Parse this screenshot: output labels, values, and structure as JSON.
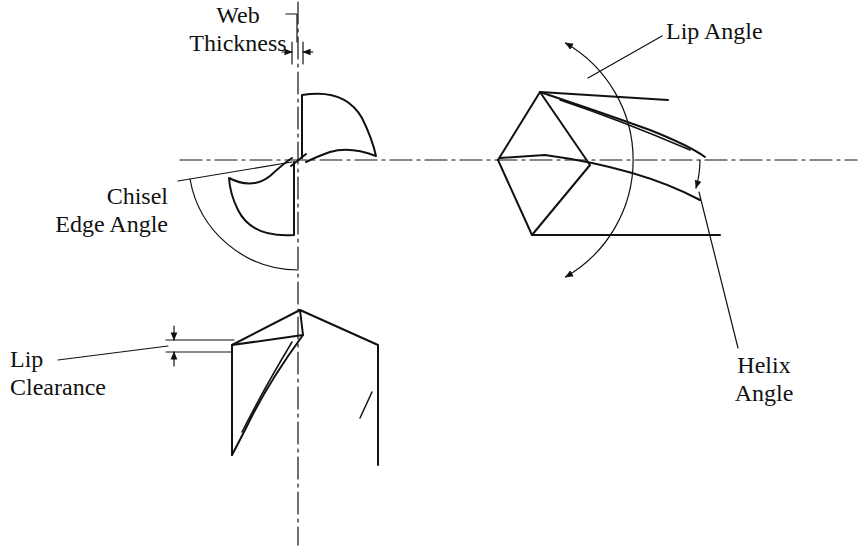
{
  "diagram": {
    "labels": [
      "Web Thickness",
      "Lip Angle",
      "Chisel Edge Angle",
      "Lip Clearance",
      "Helix Angle"
    ]
  }
}
